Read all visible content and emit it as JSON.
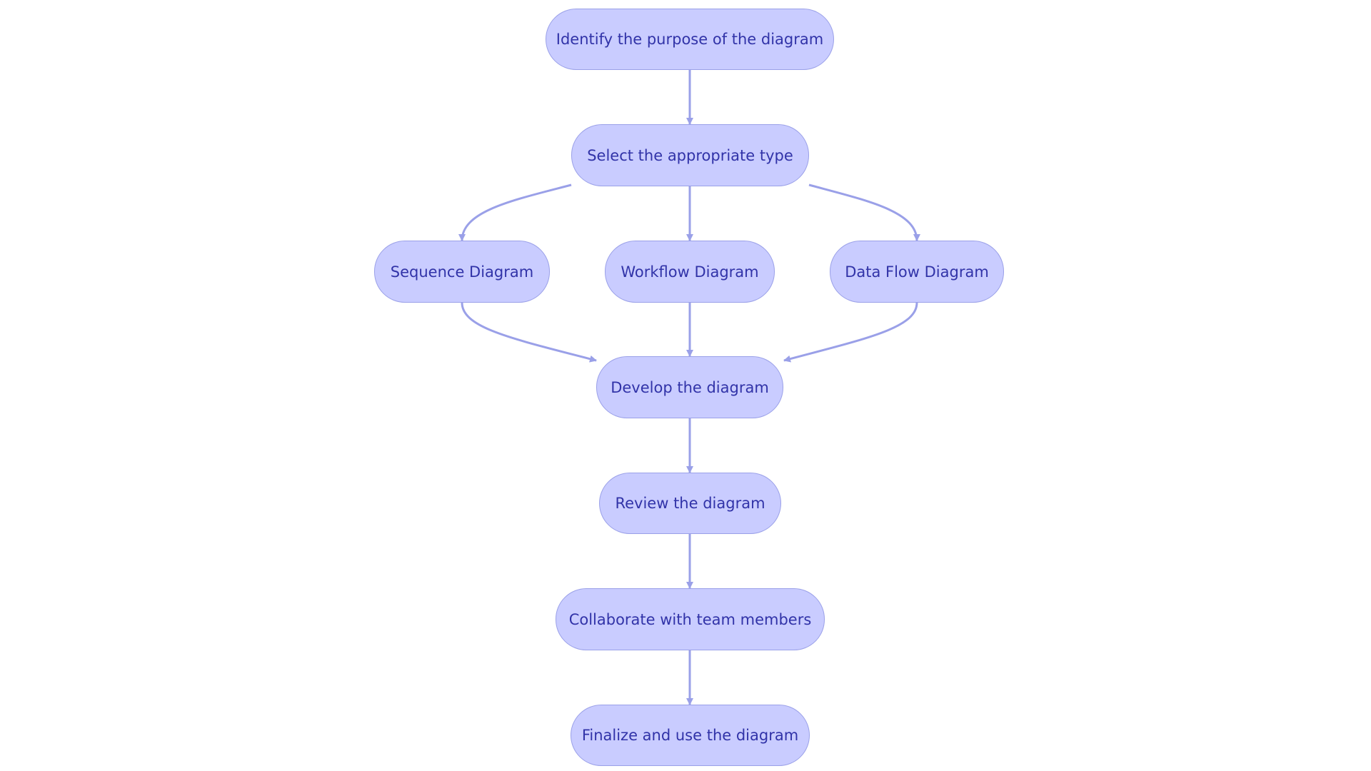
{
  "colors": {
    "node_fill": "#c9ccff",
    "node_border": "#9aa0e8",
    "node_text": "#3133a8",
    "edge": "#9aa0e8",
    "background": "#ffffff"
  },
  "nodes": {
    "identify": "Identify the purpose of the diagram",
    "select": "Select the appropriate type",
    "sequence": "Sequence Diagram",
    "workflow": "Workflow Diagram",
    "dataflow": "Data Flow Diagram",
    "develop": "Develop the diagram",
    "review": "Review the diagram",
    "collaborate": "Collaborate with team members",
    "finalize": "Finalize and use the diagram"
  },
  "edges": [
    {
      "from": "identify",
      "to": "select"
    },
    {
      "from": "select",
      "to": "sequence"
    },
    {
      "from": "select",
      "to": "workflow"
    },
    {
      "from": "select",
      "to": "dataflow"
    },
    {
      "from": "sequence",
      "to": "develop"
    },
    {
      "from": "workflow",
      "to": "develop"
    },
    {
      "from": "dataflow",
      "to": "develop"
    },
    {
      "from": "develop",
      "to": "review"
    },
    {
      "from": "review",
      "to": "collaborate"
    },
    {
      "from": "collaborate",
      "to": "finalize"
    }
  ]
}
